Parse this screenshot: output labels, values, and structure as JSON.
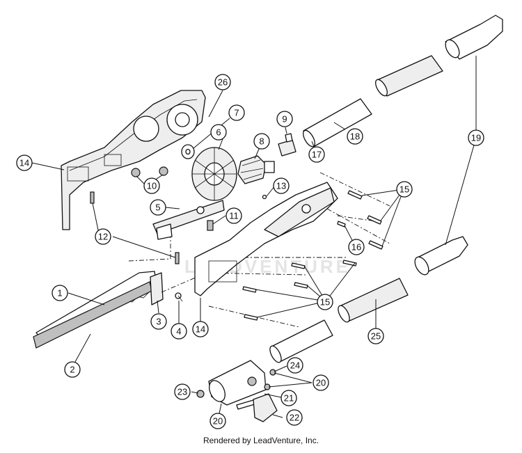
{
  "callouts": [
    "1",
    "2",
    "3",
    "4",
    "5",
    "6",
    "7",
    "8",
    "9",
    "10",
    "11",
    "12",
    "13",
    "14",
    "14",
    "15",
    "15",
    "16",
    "17",
    "18",
    "19",
    "20",
    "20",
    "21",
    "22",
    "23",
    "24",
    "25",
    "26"
  ],
  "watermark": "LEADVENTURE",
  "credit": "Rendered by LeadVenture, Inc."
}
